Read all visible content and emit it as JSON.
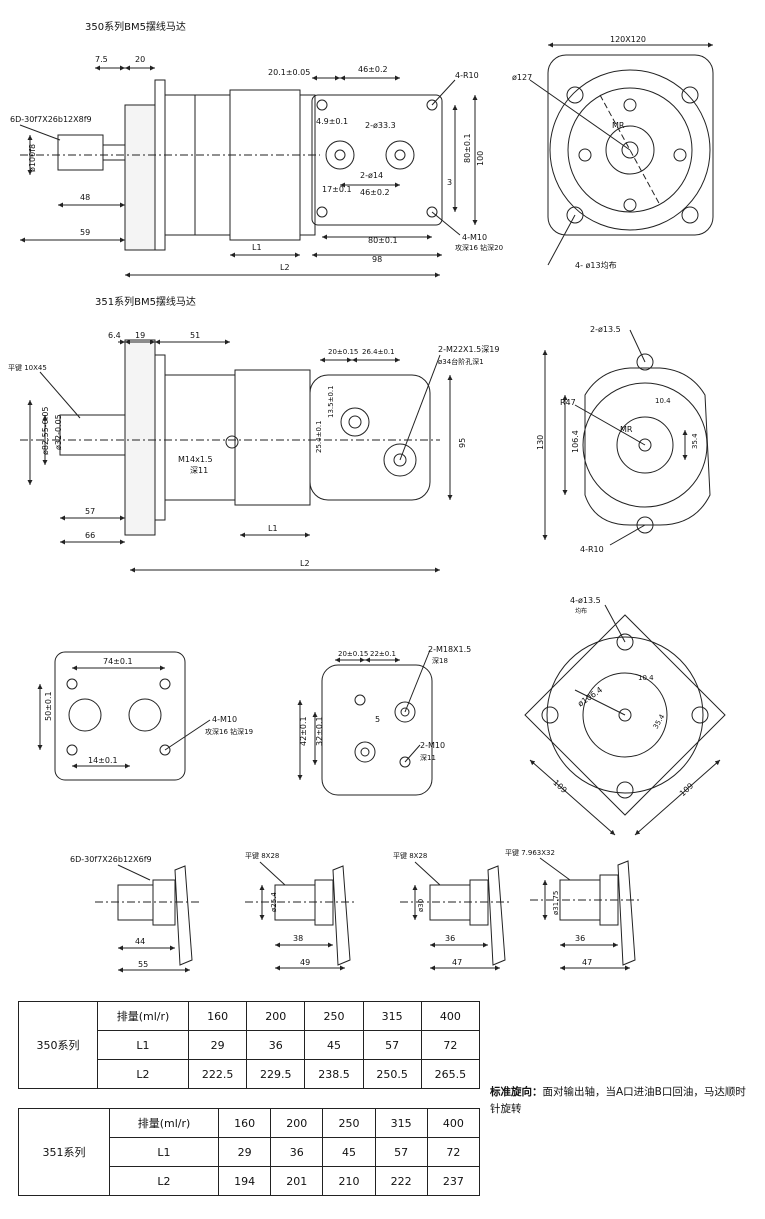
{
  "drawing_350": {
    "title": "350系列BM5摆线马达",
    "shaft_spec": "6D-30f7X26b12X8f9",
    "shaft_dia": "ø100f8",
    "dims": {
      "d7_5": "7.5",
      "d20": "20",
      "d48": "48",
      "d59": "59",
      "L1": "L1",
      "L2": "L2"
    },
    "port_view": {
      "d20_1": "20.1±0.05",
      "d46_top": "46±0.2",
      "r4": "4-R10",
      "d4_9": "4.9±0.1",
      "ports": "2-ø33.3",
      "holes": "2-ø14",
      "d17": "17±0.1",
      "d46_bot": "46±0.2",
      "d80_v": "80±0.1",
      "d100": "100",
      "d3": "3",
      "d80_h": "80±0.1",
      "d98": "98",
      "m10": "4-M10",
      "m10_depth": "攻深16 钻深20"
    },
    "front_view": {
      "size": "120X120",
      "dia": "ø127",
      "mr": "MR",
      "holes": "4- ø13均布"
    }
  },
  "drawing_351": {
    "title": "351系列BM5摆线马达",
    "key": "平键 10X45",
    "shaft_dia": "ø32-0.05",
    "pilot_dia": "ø82.55-0.05",
    "dims": {
      "d6_4": "6.4",
      "d19": "19",
      "d51": "51",
      "d57": "57",
      "d66": "66",
      "L1": "L1",
      "L2": "L2",
      "m14": "M14x1.5",
      "m14_depth": "深11"
    },
    "port_view": {
      "d20_15": "20±0.15",
      "d26_4": "26.4±0.1",
      "ports": "2-M22X1.5深19",
      "spot": "ø34台阶孔深1",
      "d13_5": "13.5±0.1",
      "d25_4": "25.4±0.1",
      "d95": "95"
    },
    "front_view": {
      "holes": "2-ø13.5",
      "r47": "R47",
      "d130": "130",
      "d106": "106.4",
      "d104": "10.4",
      "d35": "35.4",
      "r10": "4-R10",
      "mr": "MR"
    }
  },
  "middle_row": {
    "flange": {
      "d74": "74±0.1",
      "d50": "50±0.1",
      "d14": "14±0.1",
      "m10": "4-M10",
      "m10_depth": "攻深16 钻深19"
    },
    "side_port": {
      "d20": "20±0.15",
      "d22": "22±0.1",
      "ports": "2-M18X1.5",
      "ports_depth": "深18",
      "d42": "42±0.1",
      "d32": "32±0.1",
      "d5": "5",
      "m10": "2-M10",
      "m10_depth": "深11"
    },
    "diamond": {
      "holes": "4-ø13.5",
      "holes_sub": "均布",
      "dia": "ø106.4",
      "d10": "10.4",
      "d35": "35.4",
      "d109a": "109",
      "d109b": "109"
    }
  },
  "shafts": [
    {
      "label": "6D-30f7X26b12X6f9",
      "a": "44",
      "b": "55",
      "dia": ""
    },
    {
      "label": "平键 8X28",
      "a": "38",
      "b": "49",
      "dia": "ø25.4"
    },
    {
      "label": "平键 8X28",
      "a": "36",
      "b": "47",
      "dia": "ø30"
    },
    {
      "label": "平键 7.963X32",
      "a": "36",
      "b": "47",
      "dia": "ø31.75"
    }
  ],
  "table_350": {
    "series": "350系列",
    "rows": [
      {
        "label": "排量(ml/r)",
        "values": [
          "160",
          "200",
          "250",
          "315",
          "400"
        ]
      },
      {
        "label": "L1",
        "values": [
          "29",
          "36",
          "45",
          "57",
          "72"
        ]
      },
      {
        "label": "L2",
        "values": [
          "222.5",
          "229.5",
          "238.5",
          "250.5",
          "265.5"
        ]
      }
    ]
  },
  "table_351": {
    "series": "351系列",
    "rows": [
      {
        "label": "排量(ml/r)",
        "values": [
          "160",
          "200",
          "250",
          "315",
          "400"
        ]
      },
      {
        "label": "L1",
        "values": [
          "29",
          "36",
          "45",
          "57",
          "72"
        ]
      },
      {
        "label": "L2",
        "values": [
          "194",
          "201",
          "210",
          "222",
          "237"
        ]
      }
    ]
  },
  "note": {
    "head": "标准旋向：",
    "body": "面对输出轴，当A口进油B口回油，马达顺时针旋转"
  }
}
